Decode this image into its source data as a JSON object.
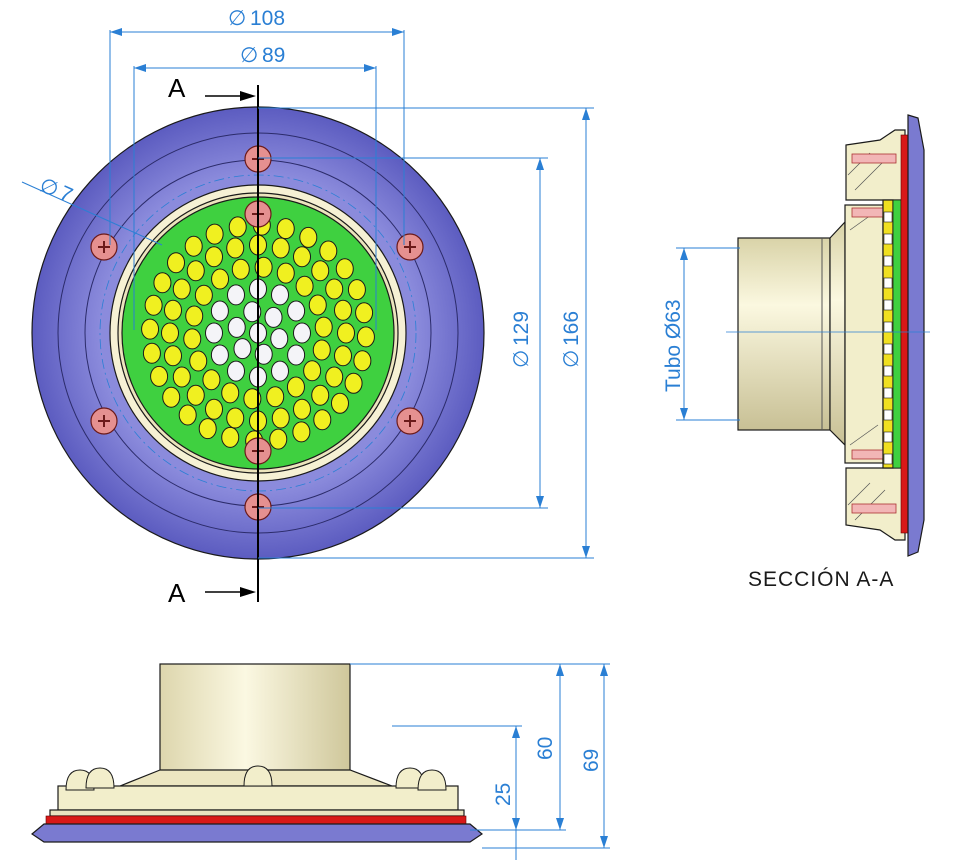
{
  "dimensions": {
    "d108": "108",
    "d89": "89",
    "d7": "7",
    "d129": "129",
    "d166": "166",
    "tube": "Tubo Ø63",
    "h25": "25",
    "h60": "60",
    "h69": "69"
  },
  "section_labels": {
    "top": "A",
    "bottom": "A",
    "caption": "SECCIÓN A-A"
  },
  "colors": {
    "flange": "#7a7ad0",
    "flange_dark": "#5a5ab8",
    "grille": "#3fd040",
    "hole": "#f0f020",
    "body": "#f2eecb",
    "gasket": "#d81818",
    "dimension": "#2a7fd4",
    "screw": "#e59090"
  }
}
